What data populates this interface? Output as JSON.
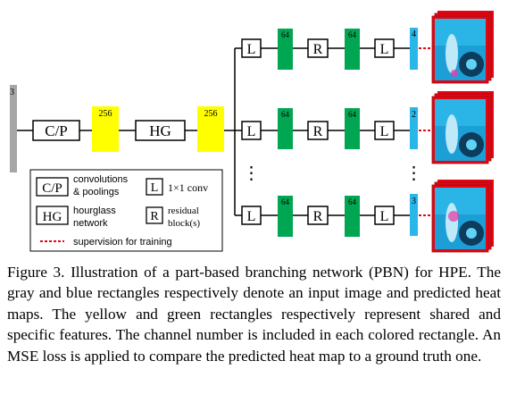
{
  "diagram": {
    "input_channels": "3",
    "shared_stage": {
      "cp_label": "C/P",
      "hg_label": "HG",
      "feature_after_cp": "256",
      "feature_after_hg": "256"
    },
    "branches": [
      {
        "conv1_label": "L",
        "feature1": "64",
        "residual_label": "R",
        "feature2": "64",
        "conv2_label": "L",
        "heatmap_channels": "4"
      },
      {
        "conv1_label": "L",
        "feature1": "64",
        "residual_label": "R",
        "feature2": "64",
        "conv2_label": "L",
        "heatmap_channels": "2"
      },
      {
        "conv1_label": "L",
        "feature1": "64",
        "residual_label": "R",
        "feature2": "64",
        "conv2_label": "L",
        "heatmap_channels": "3"
      }
    ],
    "ellipsis": "⋮",
    "legend": {
      "cp_symbol": "C/P",
      "cp_text_line1": "convolutions",
      "cp_text_line2": "& poolings",
      "l_symbol": "L",
      "l_text": "1×1 conv",
      "hg_symbol": "HG",
      "hg_text_line1": "hourglass",
      "hg_text_line2": "network",
      "r_symbol": "R",
      "r_text_line1": "residual",
      "r_text_line2": "block(s)",
      "supervision_text": "supervision for training"
    },
    "colors": {
      "input": "#a6a6a6",
      "shared_feature": "#ffff00",
      "specific_feature": "#00a651",
      "heatmap": "#29b6e8",
      "supervision": "#e30613",
      "ground_truth_frame": "#e30613"
    }
  },
  "caption": "Figure 3. Illustration of a part-based branching network (PBN) for HPE. The gray and blue rectangles respectively denote an input image and predicted heat maps. The yellow and green rectangles respectively represent shared and specific features. The channel number is included in each colored rectangle. An MSE loss is applied to compare the predicted heat map to a ground truth one."
}
